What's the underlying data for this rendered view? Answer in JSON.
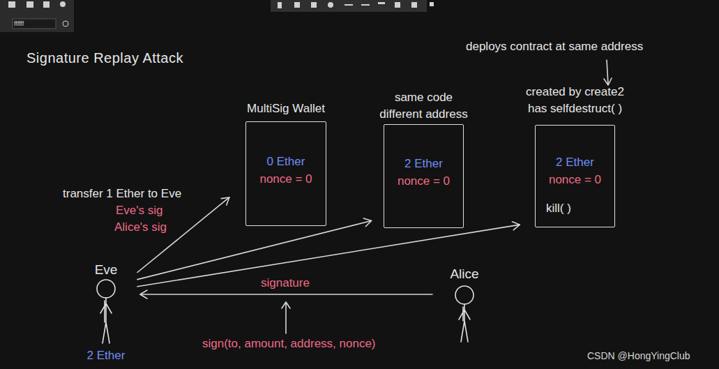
{
  "diagram": {
    "title": "Signature Replay Attack",
    "nodes": [
      {
        "text": [
          "MultiSig Wallet",
          "0 Ether",
          "nonce = 0"
        ]
      },
      {
        "text": [
          "same code different address",
          "2 Ether",
          "nonce = 0"
        ]
      },
      {
        "text": [
          "created by create2 has selfdestruct( )",
          "2 Ether",
          "nonce = 0",
          "kill( )"
        ]
      },
      {
        "text": [
          "Eve",
          "2 Ether"
        ]
      },
      {
        "text": [
          "Alice"
        ]
      }
    ],
    "edges": [
      {
        "from": 3,
        "to": 0,
        "arrow": "to",
        "label": "transfer 1 Ether to Eve"
      },
      {
        "from": 3,
        "to": 1,
        "arrow": "to"
      },
      {
        "from": 3,
        "to": 2,
        "arrow": "to"
      },
      {
        "from": 4,
        "to": 3,
        "arrow": "to",
        "label": "signature"
      }
    ],
    "labels": [
      "ffffff",
      "deploys contract at same address",
      "Eve's sig",
      "Alice's sig",
      "sign(to, amount, address, nonce)",
      "CSDN @HongYingClub"
    ]
  }
}
